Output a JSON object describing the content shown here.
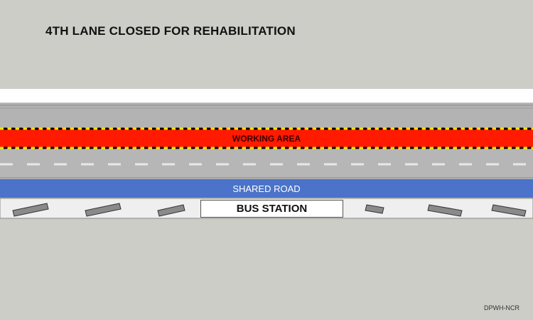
{
  "title": "4TH LANE CLOSED FOR REHABILITATION",
  "labels": {
    "working_area": "WORKING AREA",
    "shared_road": "SHARED ROAD",
    "bus_station": "BUS STATION"
  },
  "credit": "DPWH-NCR",
  "colors": {
    "background": "#cbcdc6",
    "road": "#b4b4b4",
    "working_area": "#ff1a00",
    "barrier_dash_yellow": "#f2e600",
    "barrier_dash_black": "#000000",
    "shared_road": "#4a73c9",
    "median_white": "#ffffff"
  }
}
